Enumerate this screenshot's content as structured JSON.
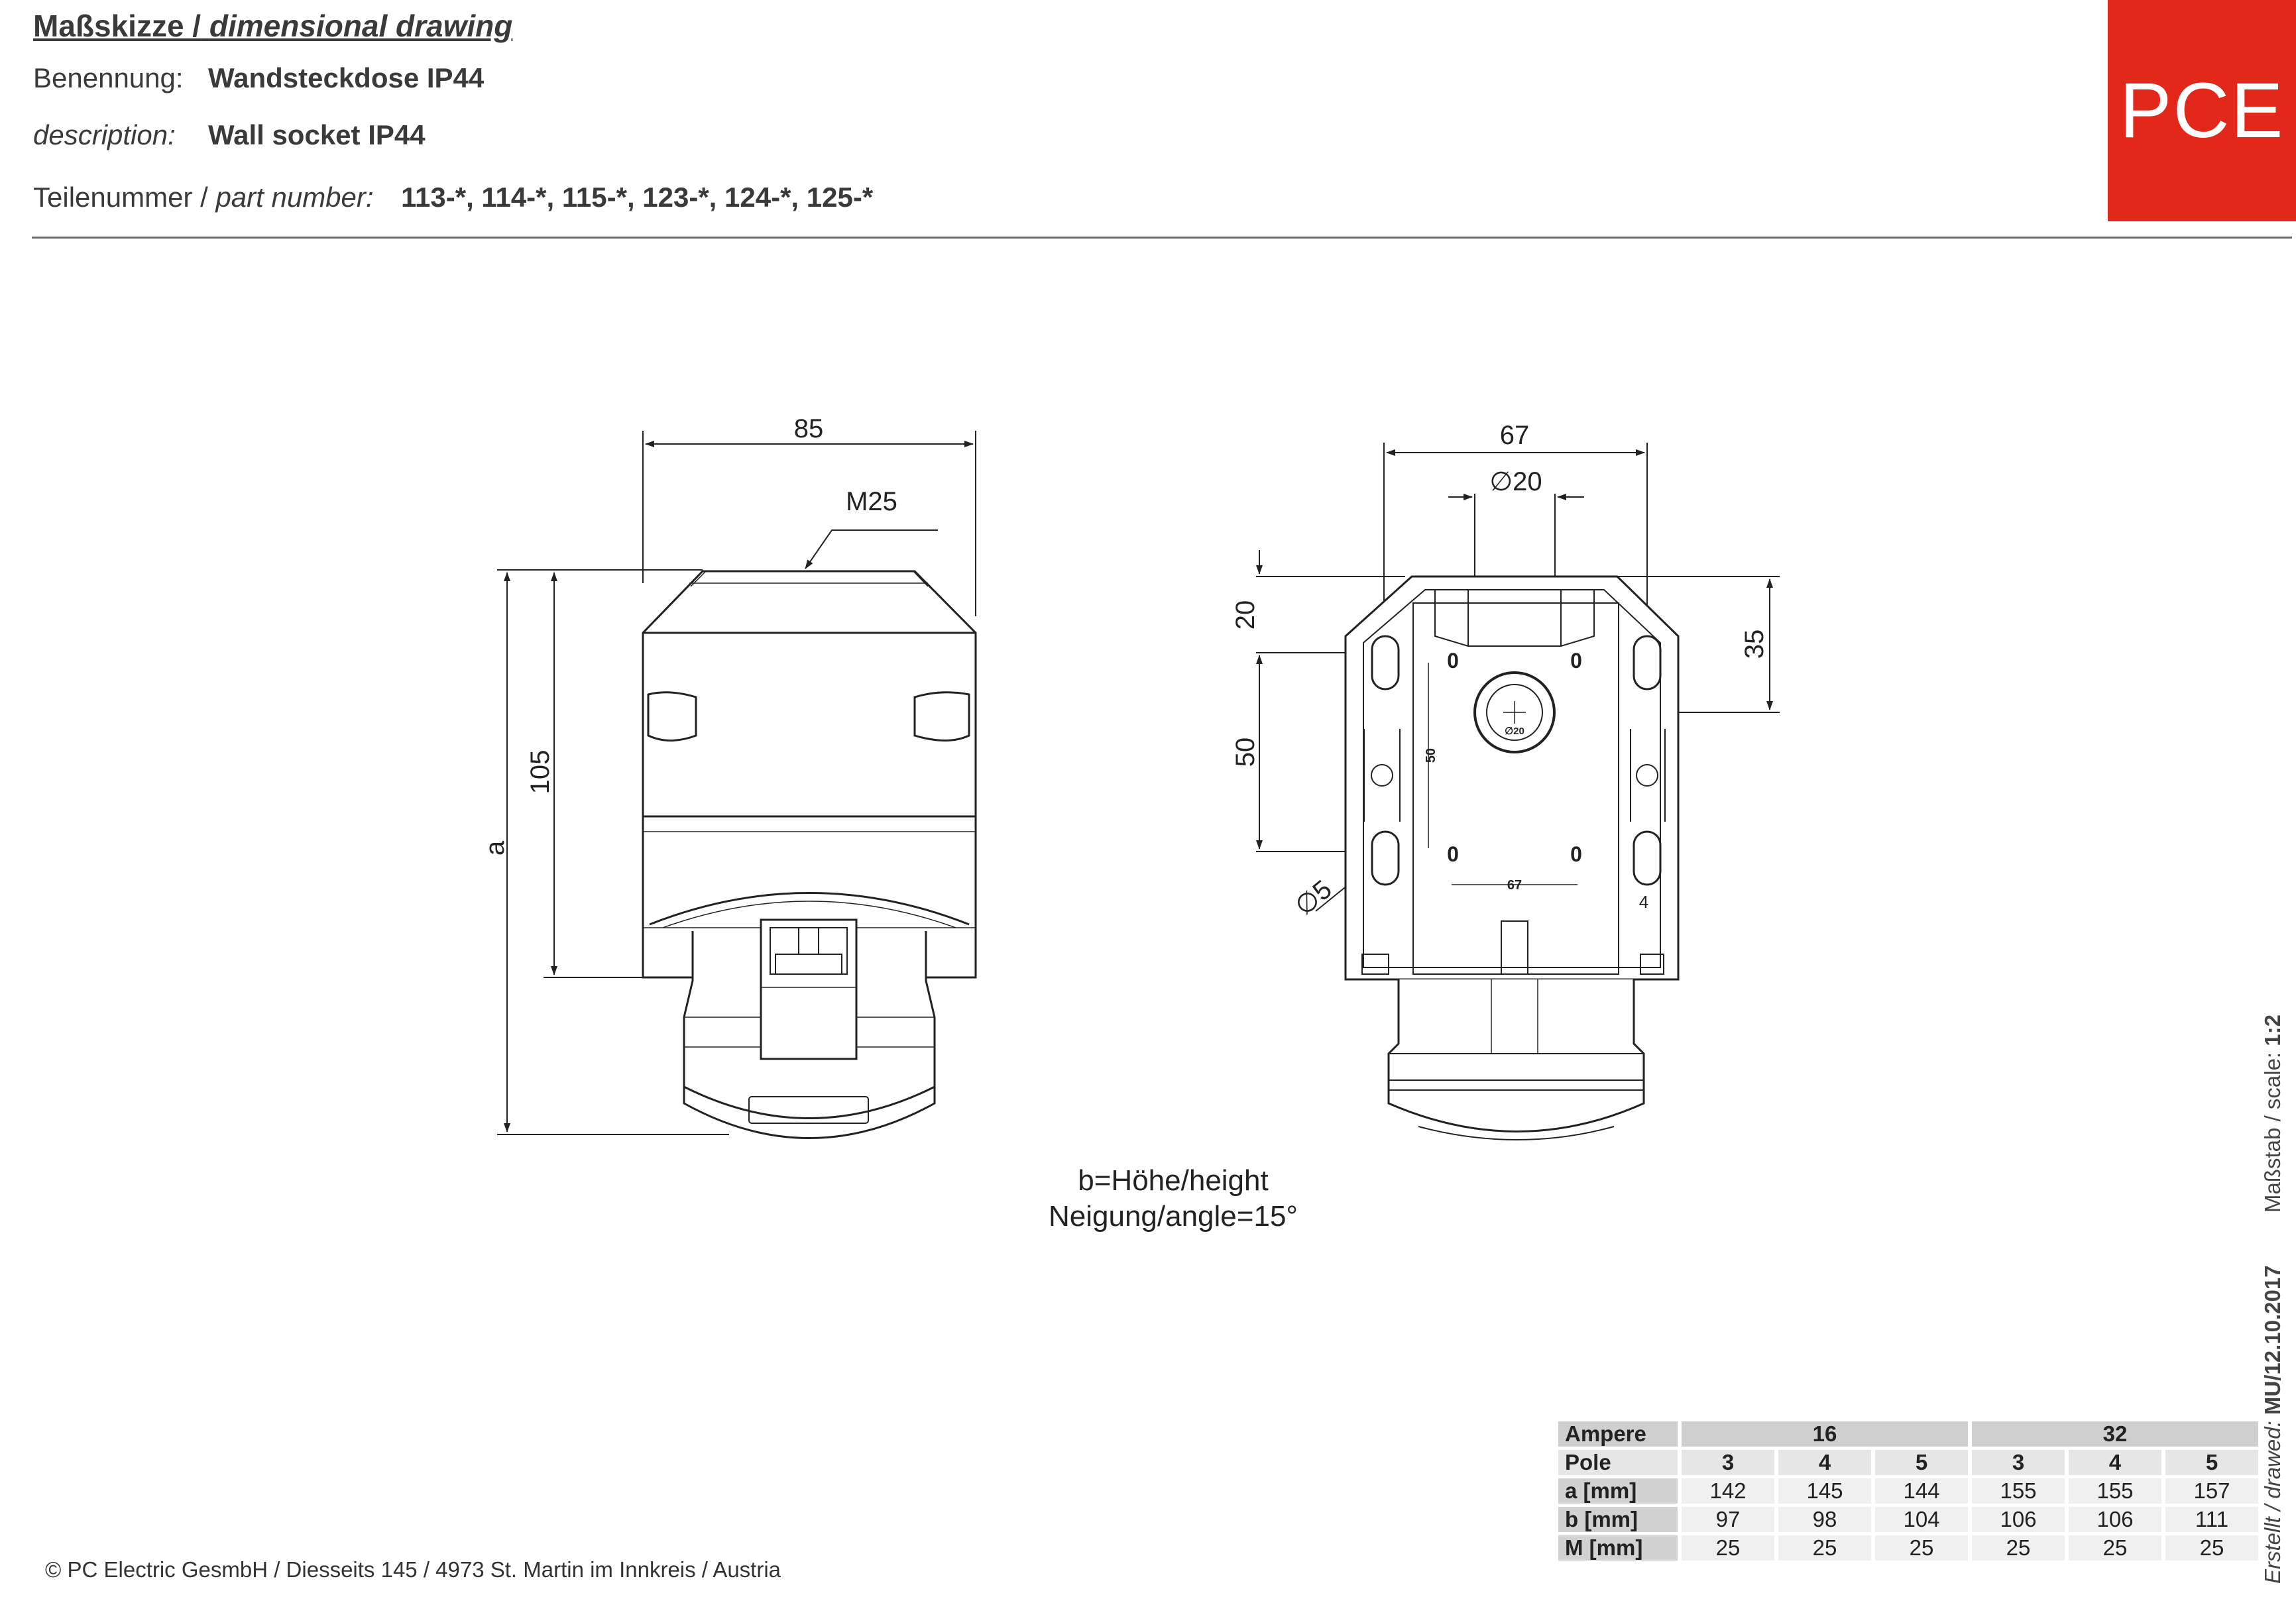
{
  "header": {
    "title_de": "Maßskizze /",
    "title_en": "dimensional drawing",
    "benennung_label": "Benennung:",
    "benennung_value": "Wandsteckdose IP44",
    "description_label": "description:",
    "description_value": "Wall socket IP44",
    "teilenummer_label": "Teilenummer /",
    "partnumber_label": "part number:",
    "partnumber_value": "113-*, 114-*, 115-*, 123-*, 124-*, 125-*"
  },
  "logo": {
    "text": "PCE",
    "color": "#e2271b"
  },
  "left_view": {
    "dim_width": "85",
    "dim_thread": "M25",
    "dim_height": "105",
    "dim_total": "a"
  },
  "right_view": {
    "dim_width": "67",
    "dim_hole": "∅20",
    "dim_top": "20",
    "dim_offset": "35",
    "dim_pitch": "50",
    "dim_screw": "∅5",
    "inner_pitch": "50",
    "inner_width": "67",
    "marks": [
      "0",
      "0",
      "0",
      "0",
      "4",
      "∅20"
    ]
  },
  "notes": {
    "line1": "b=Höhe/height",
    "line2": "Neigung/angle=15°"
  },
  "table": {
    "ampere_label": "Ampere",
    "ampere_16": "16",
    "ampere_32": "32",
    "pole_label": "Pole",
    "poles": [
      "3",
      "4",
      "5",
      "3",
      "4",
      "5"
    ],
    "rows": [
      {
        "label": "a [mm]",
        "values": [
          "142",
          "145",
          "144",
          "155",
          "155",
          "157"
        ]
      },
      {
        "label": "b [mm]",
        "values": [
          "97",
          "98",
          "104",
          "106",
          "106",
          "111"
        ]
      },
      {
        "label": "M [mm]",
        "values": [
          "25",
          "25",
          "25",
          "25",
          "25",
          "25"
        ]
      }
    ]
  },
  "side": {
    "scale": "Maßstab / scale:",
    "scale_value": "1:2",
    "created": "Erstellt / drawed:",
    "created_value": "MU/12.10.2017"
  },
  "footer": {
    "copyright": "© PC Electric GesmbH / Diesseits 145 / 4973 St. Martin im Innkreis / Austria"
  }
}
